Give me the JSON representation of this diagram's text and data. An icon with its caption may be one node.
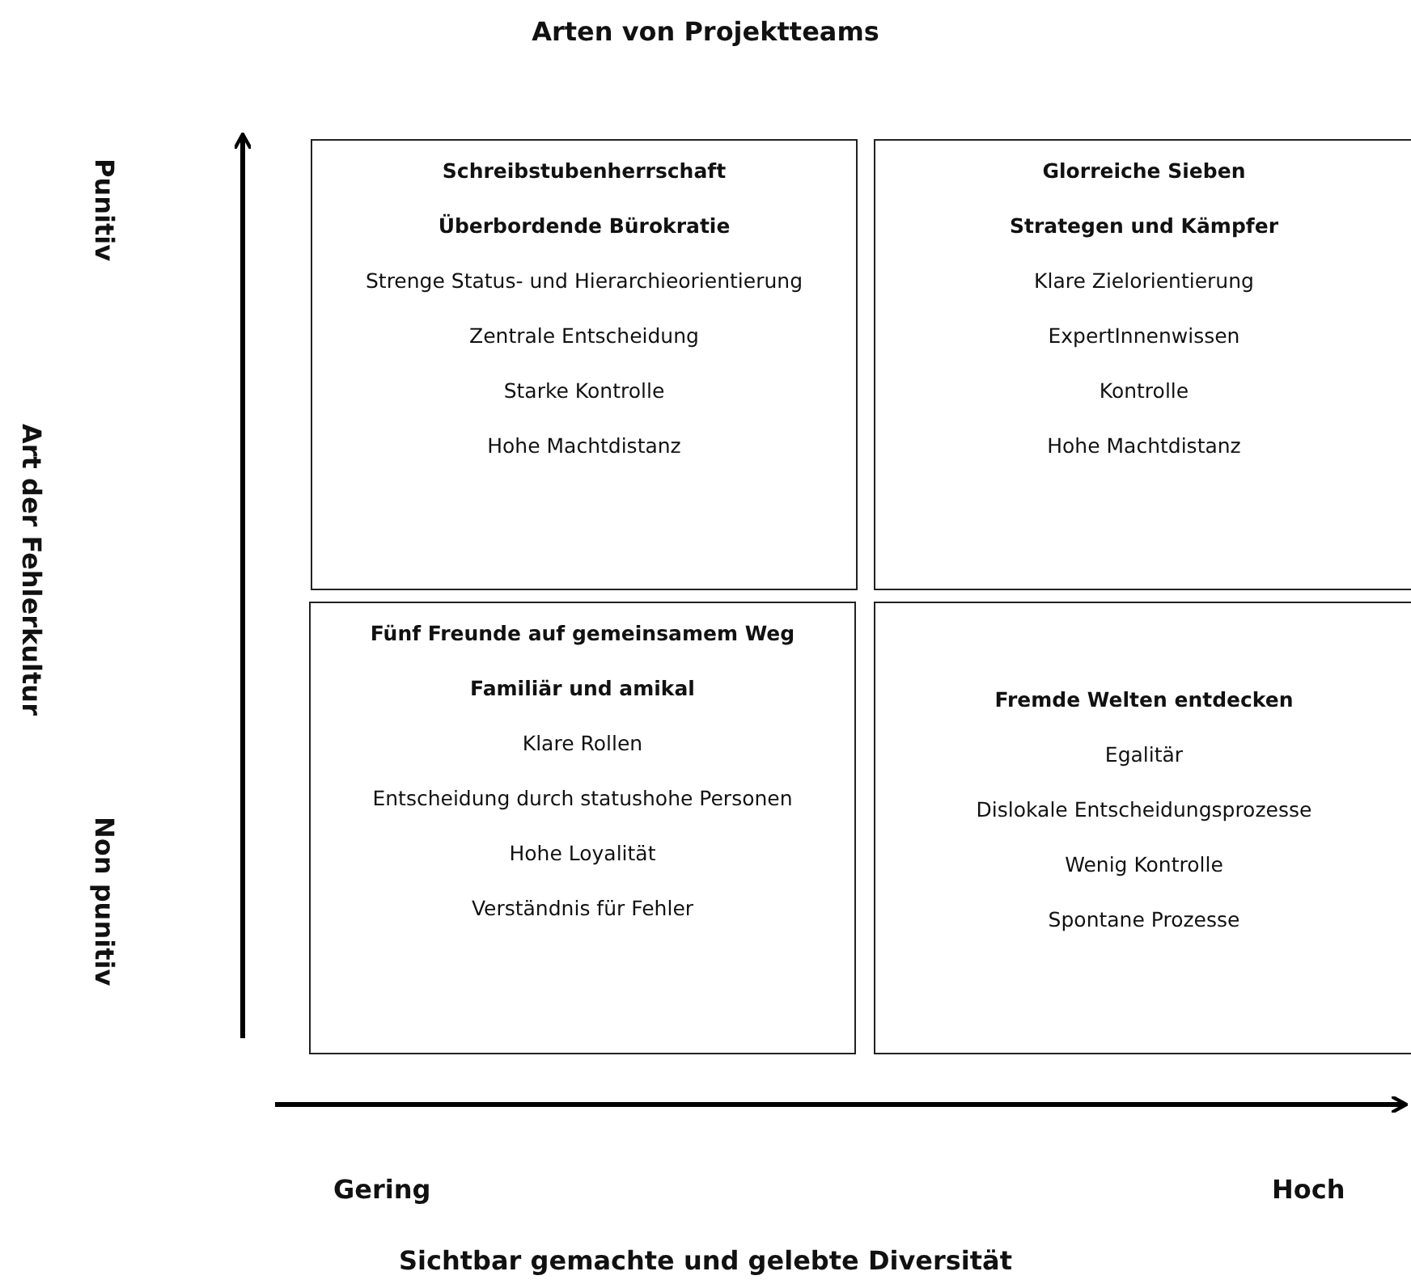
{
  "diagram": {
    "title": "Arten von Projektteams",
    "nodes": [
      {
        "text": [
          "Schreibstubenherrschaft",
          "Überbordende Bürokratie",
          "Strenge Status- und Hierarchieorientierung",
          "Zentrale Entscheidung",
          "Starke Kontrolle",
          "Hohe Machtdistanz"
        ]
      },
      {
        "text": [
          "Glorreiche Sieben",
          "Strategen und Kämpfer",
          "Klare Zielorientierung",
          "ExpertInnenwissen",
          "Kontrolle",
          "Hohe Machtdistanz"
        ]
      },
      {
        "text": [
          "Fünf Freunde auf gemeinsamem Weg",
          "Familiär und amikal",
          "Klare Rollen",
          "Entscheidung durch statushohe Personen",
          "Hohe Loyalität",
          "Verständnis für Fehler"
        ]
      },
      {
        "text": [
          "Fremde Welten entdecken",
          "Egalitär",
          "Dislokale Entscheidungsprozesse",
          "Wenig Kontrolle",
          "Spontane Prozesse"
        ]
      }
    ],
    "labels": [
      "Punitiv",
      "Art der Fehlerkultur",
      "Non punitiv",
      "Gering",
      "Hoch",
      "Sichtbar gemachte und gelebte Diversität"
    ]
  }
}
